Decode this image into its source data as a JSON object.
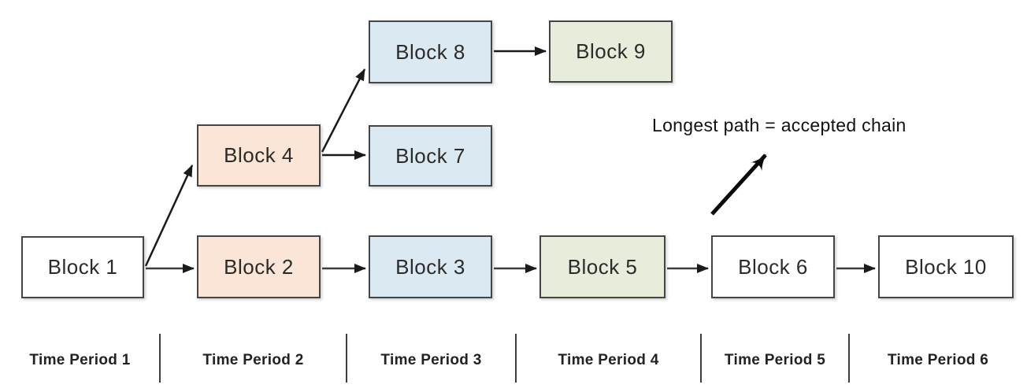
{
  "diagram": {
    "annotation": "Longest path = accepted chain",
    "blocks": [
      {
        "label": "Block 1",
        "fill": "#ffffff"
      },
      {
        "label": "Block 2",
        "fill": "#fbe5d6"
      },
      {
        "label": "Block 3",
        "fill": "#dbeaf2"
      },
      {
        "label": "Block 4",
        "fill": "#fbe5d6"
      },
      {
        "label": "Block 5",
        "fill": "#e6eedb"
      },
      {
        "label": "Block 6",
        "fill": "#ffffff"
      },
      {
        "label": "Block 7",
        "fill": "#dbeaf2"
      },
      {
        "label": "Block 8",
        "fill": "#dbeaf2"
      },
      {
        "label": "Block 9",
        "fill": "#e6eedb"
      },
      {
        "label": "Block 10",
        "fill": "#ffffff"
      }
    ],
    "edges": [
      {
        "from": "Block 1",
        "to": "Block 2"
      },
      {
        "from": "Block 1",
        "to": "Block 4"
      },
      {
        "from": "Block 2",
        "to": "Block 3"
      },
      {
        "from": "Block 3",
        "to": "Block 5"
      },
      {
        "from": "Block 5",
        "to": "Block 6"
      },
      {
        "from": "Block 6",
        "to": "Block 10"
      },
      {
        "from": "Block 4",
        "to": "Block 7"
      },
      {
        "from": "Block 4",
        "to": "Block 8"
      },
      {
        "from": "Block 8",
        "to": "Block 9"
      }
    ],
    "time_periods": [
      "Time Period 1",
      "Time Period 2",
      "Time Period 3",
      "Time Period 4",
      "Time Period 5",
      "Time Period 6"
    ],
    "palette": {
      "block_fill_white": "#ffffff",
      "block_fill_peach": "#fbe5d6",
      "block_fill_blue": "#dbeaf2",
      "block_fill_green": "#e6eedb",
      "block_border": "#454545",
      "arrow_color": "#1a1a1a",
      "text_color": "#222222"
    }
  }
}
